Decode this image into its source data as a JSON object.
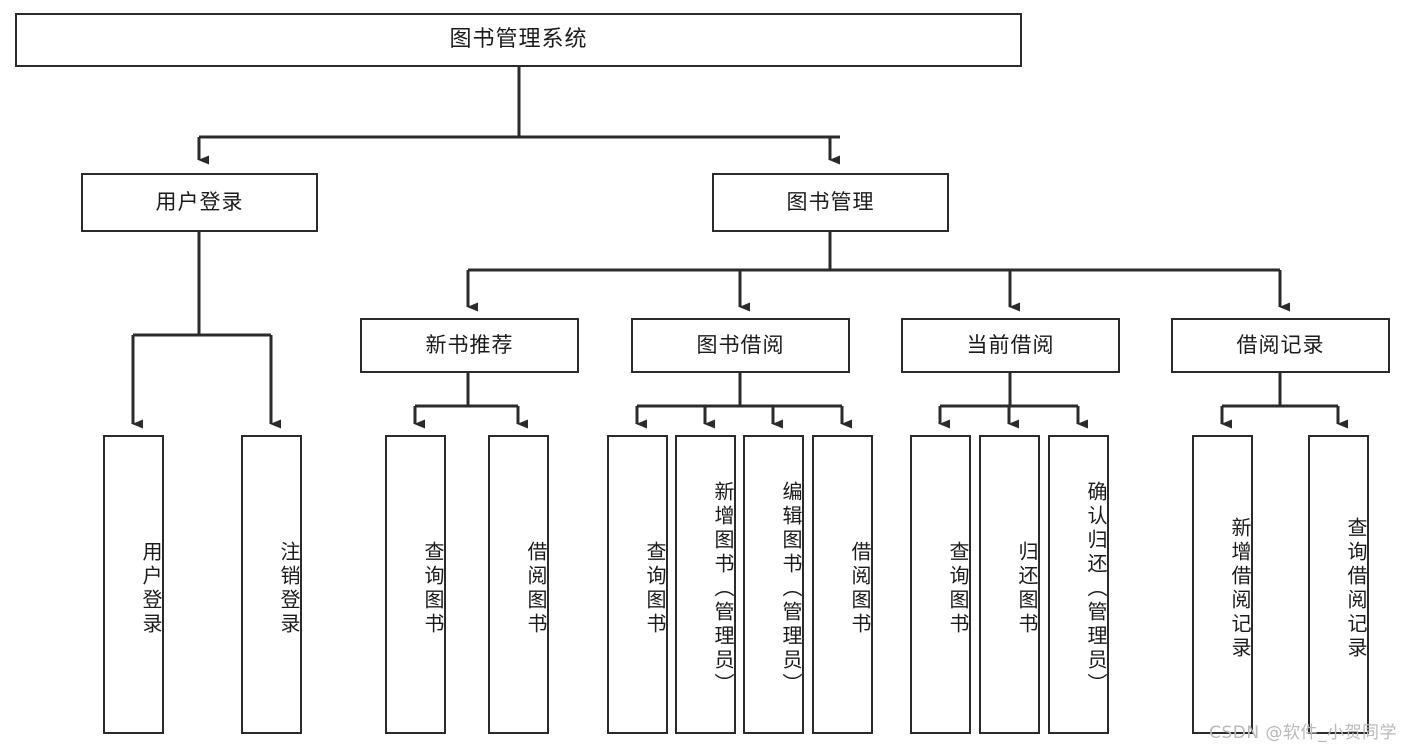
{
  "diagram": {
    "title": "图书管理系统",
    "type": "tree-hierarchy-chart",
    "colors": {
      "background": "#ffffff",
      "box_border": "#2b2b2b",
      "box_fill": "#ffffff",
      "connector": "#2b2b2b",
      "text": "#1b1b1b",
      "watermark": "#b9b9b9"
    },
    "root": {
      "label": "图书管理系统"
    },
    "level2": [
      {
        "id": "user-login",
        "label": "用户登录"
      },
      {
        "id": "book-manage",
        "label": "图书管理"
      }
    ],
    "level3": [
      {
        "id": "new-book-recommend",
        "label": "新书推荐"
      },
      {
        "id": "book-borrow",
        "label": "图书借阅"
      },
      {
        "id": "current-borrow",
        "label": "当前借阅"
      },
      {
        "id": "borrow-record",
        "label": "借阅记录"
      }
    ],
    "leaves": {
      "user_login": [
        {
          "id": "leaf-user-login",
          "label": "用户登录"
        },
        {
          "id": "leaf-logout",
          "label": "注销登录"
        }
      ],
      "new_book_recommend": [
        {
          "id": "leaf-query-book-1",
          "label": "查询图书"
        },
        {
          "id": "leaf-borrow-book-1",
          "label": "借阅图书"
        }
      ],
      "book_borrow": [
        {
          "id": "leaf-query-book-2",
          "label": "查询图书"
        },
        {
          "id": "leaf-add-book",
          "label": "新增图书（管理员）"
        },
        {
          "id": "leaf-edit-book",
          "label": "编辑图书（管理员）"
        },
        {
          "id": "leaf-borrow-book-2",
          "label": "借阅图书"
        }
      ],
      "current_borrow": [
        {
          "id": "leaf-query-book-3",
          "label": "查询图书"
        },
        {
          "id": "leaf-return-book",
          "label": "归还图书"
        },
        {
          "id": "leaf-confirm-return",
          "label": "确认归还（管理员）"
        }
      ],
      "borrow_record": [
        {
          "id": "leaf-add-record",
          "label": "新增借阅记录"
        },
        {
          "id": "leaf-query-record",
          "label": "查询借阅记录"
        }
      ]
    },
    "watermark": "CSDN @软件_小贺同学"
  }
}
